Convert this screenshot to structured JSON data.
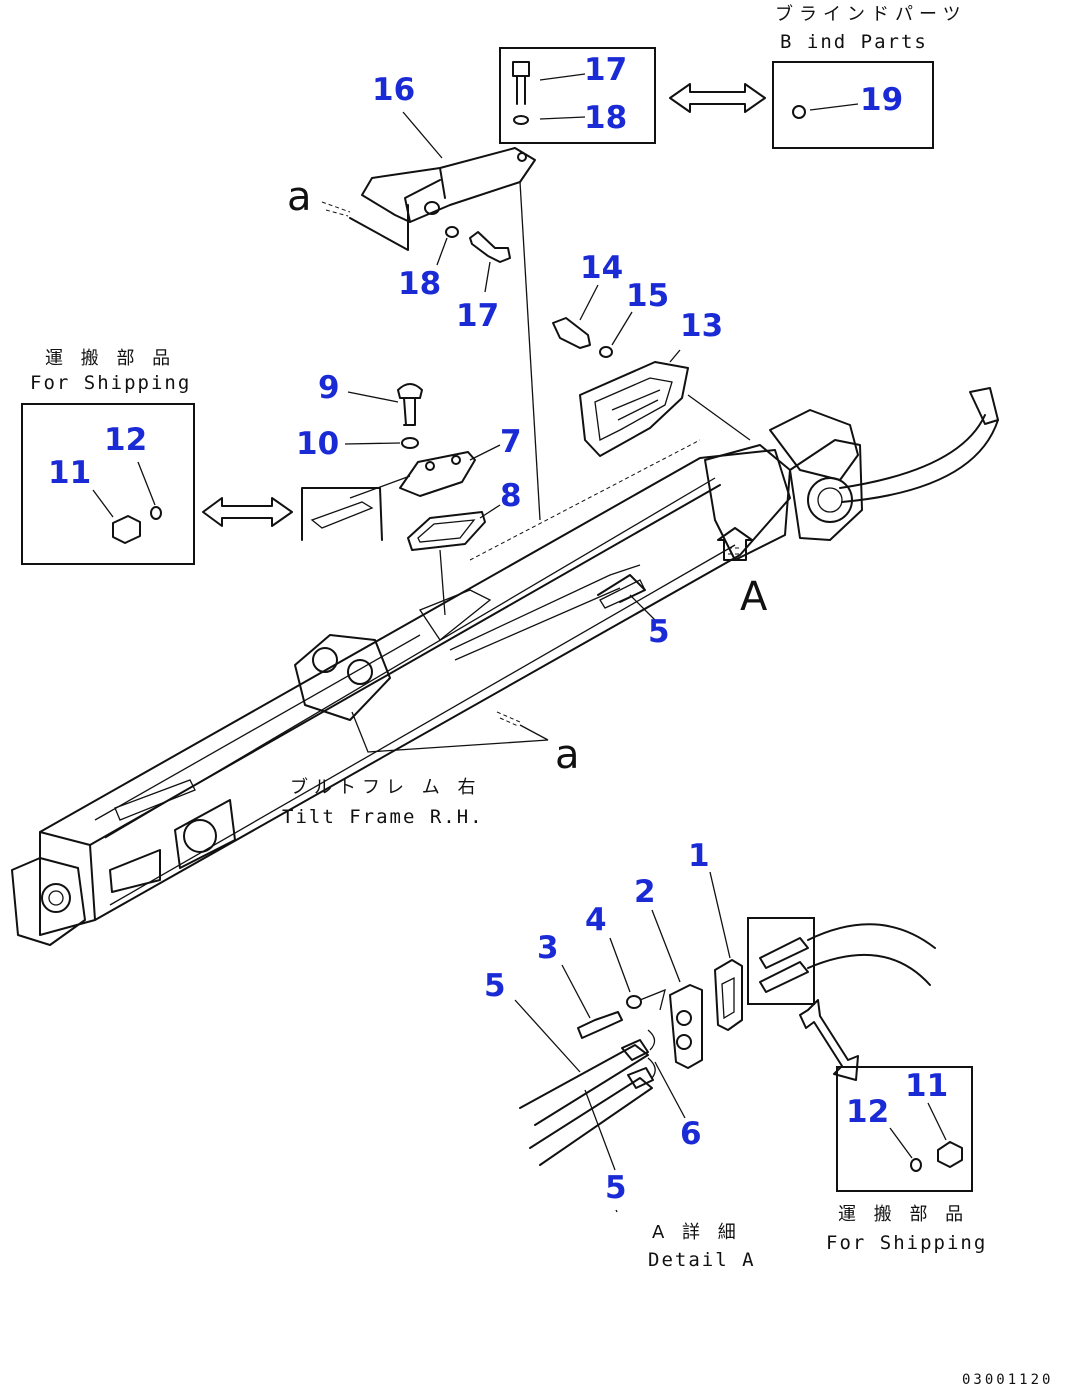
{
  "callouts": {
    "c16": "16",
    "c17a": "17",
    "c18a": "18",
    "c19": "19",
    "c18b": "18",
    "c17b": "17",
    "c14": "14",
    "c15": "15",
    "c13": "13",
    "c9": "9",
    "c10": "10",
    "c7": "7",
    "c8": "8",
    "c12a": "12",
    "c11a": "11",
    "c5a": "5",
    "c1": "1",
    "c2": "2",
    "c3": "3",
    "c4": "4",
    "c5b": "5",
    "c6": "6",
    "c5c": "5",
    "c11b": "11",
    "c12b": "12"
  },
  "labels": {
    "blind_parts_jp": "ブラインドパーツ",
    "blind_parts_en": "B ind Parts",
    "shipping_left_jp": "運 搬 部 品",
    "shipping_left_en": "For Shipping",
    "shipping_right_jp": "運 搬 部 品",
    "shipping_right_en": "For Shipping",
    "tilt_frame_jp": "ブルトフレ ム 右",
    "tilt_frame_en": "Tilt Frame R.H.",
    "detail_jp": "A 詳 細",
    "detail_en": "Detail A",
    "view_a_upper": "a",
    "view_a_lower": "a",
    "view_A": "A",
    "drawing_code": "03001120"
  }
}
